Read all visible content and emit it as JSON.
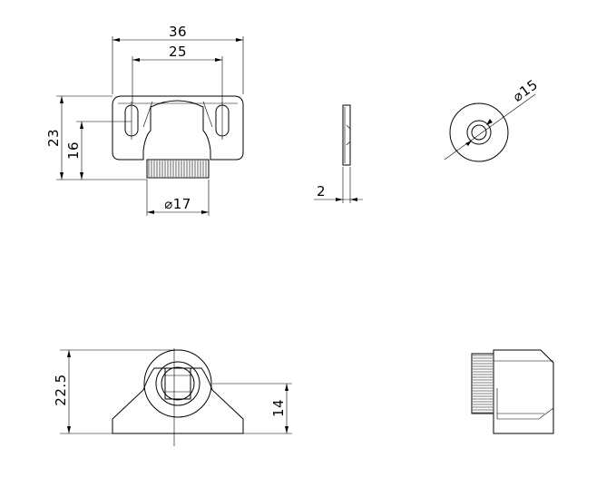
{
  "drawing": {
    "dimensions": {
      "front_width": "36",
      "front_slot_spacing": "25",
      "front_height": "23",
      "front_slot_height": "16",
      "front_knob_diameter": "⌀17",
      "side_thickness": "2",
      "washer_diameter": "⌀15",
      "bottom_height": "22.5",
      "bottom_center_height": "14"
    }
  }
}
